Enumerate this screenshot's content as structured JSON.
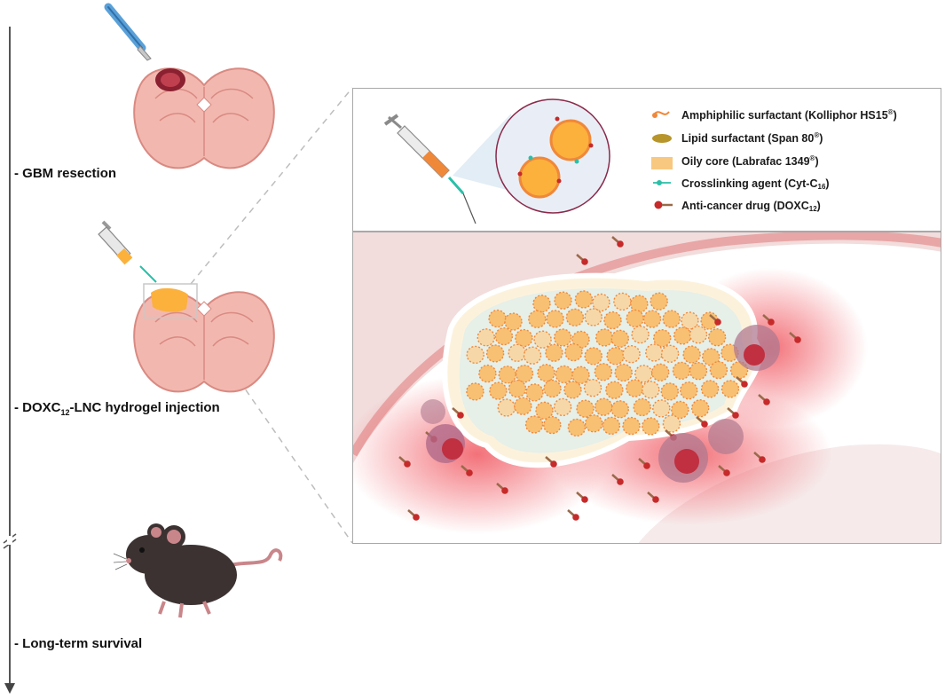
{
  "timeline": {
    "steps": [
      {
        "label_pre": "- GBM resection",
        "label_sub": "",
        "label_post": ""
      },
      {
        "label_pre": "- DOXC",
        "label_sub": "12",
        "label_post": "-LNC hydrogel injection"
      },
      {
        "label_pre": "- Long-term survival",
        "label_sub": "",
        "label_post": ""
      }
    ]
  },
  "legend": {
    "items": [
      {
        "text": "Amphiphilic surfactant (Kolliphor HS15",
        "sup": "®",
        "sub": "",
        "tail": ")",
        "icon": "amphiphilic-surfactant-icon",
        "color": "#f0883a"
      },
      {
        "text": "Lipid surfactant (Span 80",
        "sup": "®",
        "sub": "",
        "tail": ")",
        "icon": "lipid-surfactant-icon",
        "color": "#b8952a"
      },
      {
        "text": "Oily core (Labrafac 1349",
        "sup": "®",
        "sub": "",
        "tail": ")",
        "icon": "oily-core-icon",
        "color": "#f8c880"
      },
      {
        "text": "Crosslinking agent (Cyt-C",
        "sup": "",
        "sub": "16",
        "tail": ")",
        "icon": "crosslinking-agent-icon",
        "color": "#2bbfa8"
      },
      {
        "text": "Anti-cancer drug (DOXC",
        "sup": "",
        "sub": "12",
        "tail": ")",
        "icon": "anti-cancer-drug-icon",
        "color": "#c62a2a"
      }
    ]
  },
  "colors": {
    "brain": "#f2b8b0",
    "brain_outline": "#d98a82",
    "tumor": "#b03040",
    "hydrogel": "#fbb13c",
    "timeline_arrow": "#555555",
    "drug": "#c62a2a",
    "tissue": "#f2dcdc"
  }
}
